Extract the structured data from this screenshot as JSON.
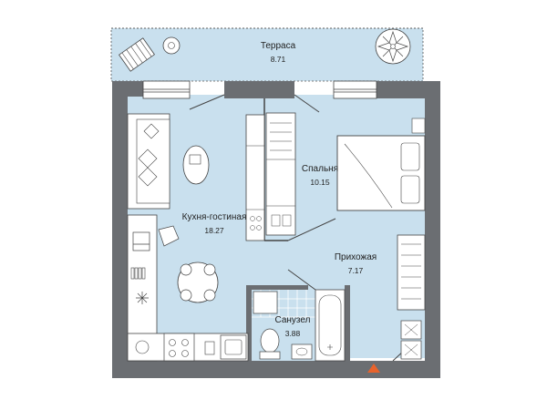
{
  "rooms": {
    "terrace": {
      "name": "Терраса",
      "area": "8.71"
    },
    "bedroom": {
      "name": "Спальня",
      "area": "10.15"
    },
    "kitchen_living": {
      "name": "Кухня-гостиная",
      "area": "18.27"
    },
    "hallway": {
      "name": "Прихожая",
      "area": "7.17"
    },
    "bathroom": {
      "name": "Санузел",
      "area": "3.88"
    }
  },
  "colors": {
    "floor": "#c9e0ee",
    "terrace": "#c9e0ee",
    "wall": "#6b6e72",
    "furniture": "#ffffff",
    "line": "#444444",
    "entrance_marker": "#e8632c",
    "tile": "#ffffff"
  },
  "icons": {
    "entrance": "triangle-up",
    "plant": "plant-icon",
    "chair": "chair-icon"
  }
}
